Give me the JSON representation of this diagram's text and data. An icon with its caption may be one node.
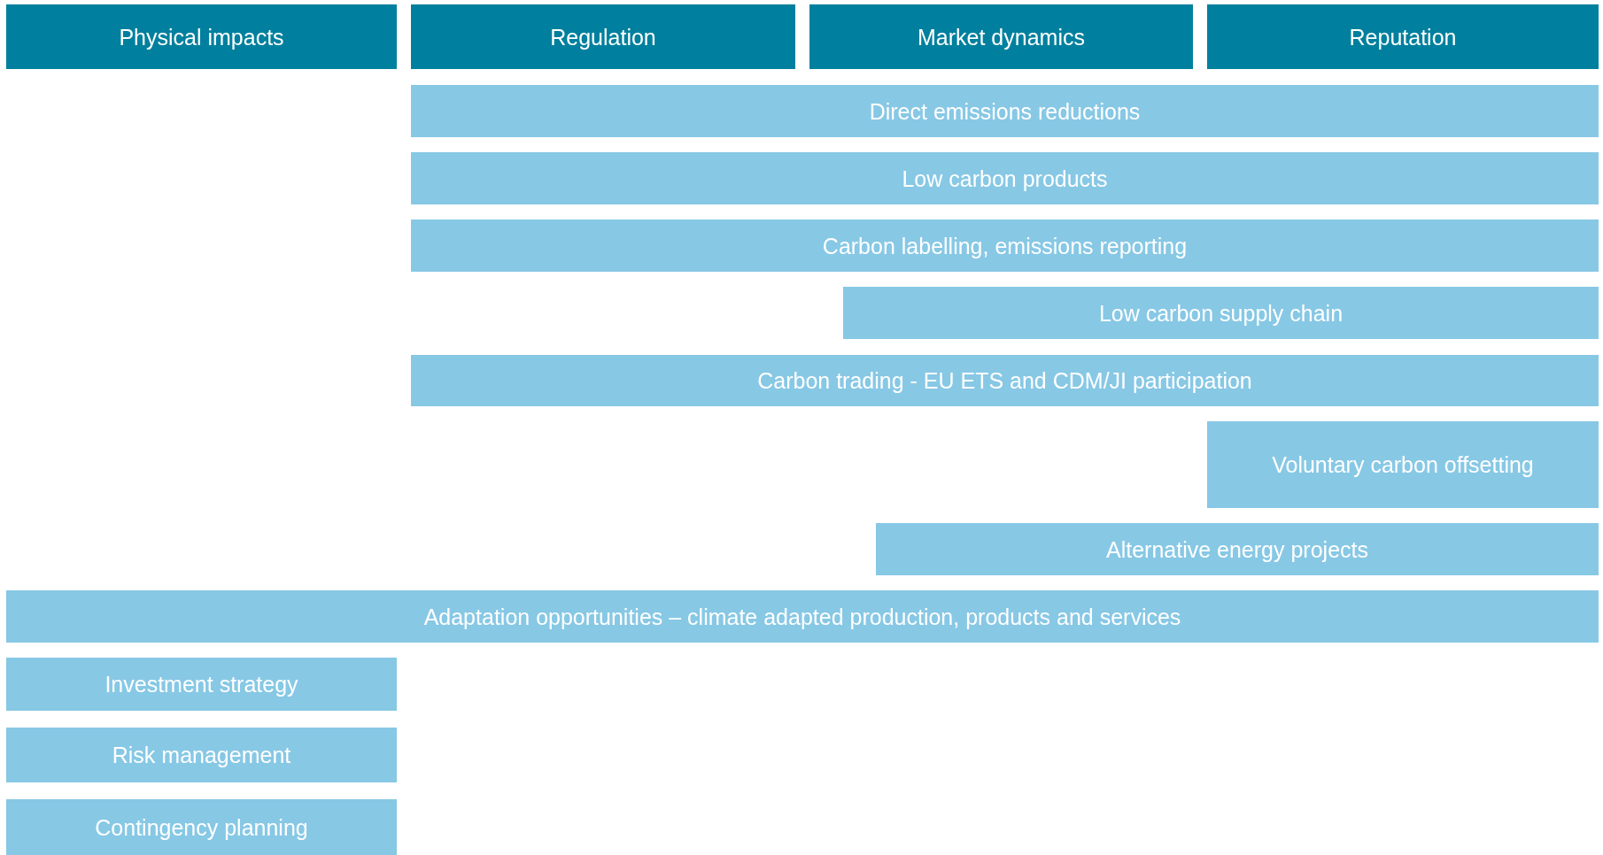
{
  "diagram": {
    "nodes": [
      {
        "text": [
          "Physical impacts"
        ]
      },
      {
        "text": [
          "Regulation"
        ]
      },
      {
        "text": [
          "Market dynamics"
        ]
      },
      {
        "text": [
          "Reputation"
        ]
      },
      {
        "text": [
          "Direct emissions reductions"
        ]
      },
      {
        "text": [
          "Low carbon products"
        ]
      },
      {
        "text": [
          "Carbon labelling, emissions reporting"
        ]
      },
      {
        "text": [
          "Low carbon supply chain"
        ]
      },
      {
        "text": [
          "Carbon trading - EU ETS and CDM/JI participation"
        ]
      },
      {
        "text": [
          "Voluntary carbon offsetting"
        ]
      },
      {
        "text": [
          "Alternative energy projects"
        ]
      },
      {
        "text": [
          "Adaptation opportunities – climate adapted production, products and services"
        ]
      },
      {
        "text": [
          "Investment strategy"
        ]
      },
      {
        "text": [
          "Risk management"
        ]
      },
      {
        "text": [
          "Contingency planning"
        ]
      }
    ]
  }
}
